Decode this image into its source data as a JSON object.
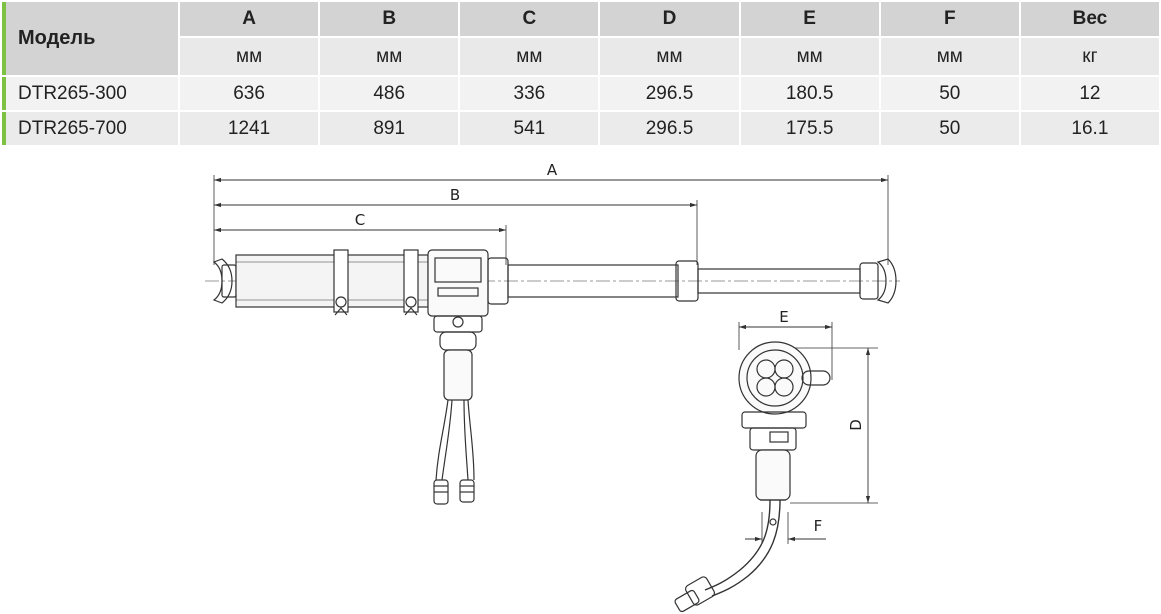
{
  "table": {
    "model_header": "Модель",
    "columns": [
      {
        "key": "A",
        "unit": "мм"
      },
      {
        "key": "B",
        "unit": "мм"
      },
      {
        "key": "C",
        "unit": "мм"
      },
      {
        "key": "D",
        "unit": "мм"
      },
      {
        "key": "E",
        "unit": "мм"
      },
      {
        "key": "F",
        "unit": "мм"
      },
      {
        "key": "Вес",
        "unit": "кг"
      }
    ],
    "rows": [
      {
        "model": "DTR265-300",
        "values": [
          "636",
          "486",
          "336",
          "296.5",
          "180.5",
          "50",
          "12"
        ]
      },
      {
        "model": "DTR265-700",
        "values": [
          "1241",
          "891",
          "541",
          "296.5",
          "175.5",
          "50",
          "16.1"
        ]
      }
    ]
  },
  "drawing": {
    "dimensions": {
      "A": "A",
      "B": "B",
      "C": "C",
      "D": "D",
      "E": "E",
      "F": "F"
    }
  },
  "colors": {
    "accent": "#7dc242",
    "header_bg": "#d3d3d3",
    "line": "#333333"
  }
}
